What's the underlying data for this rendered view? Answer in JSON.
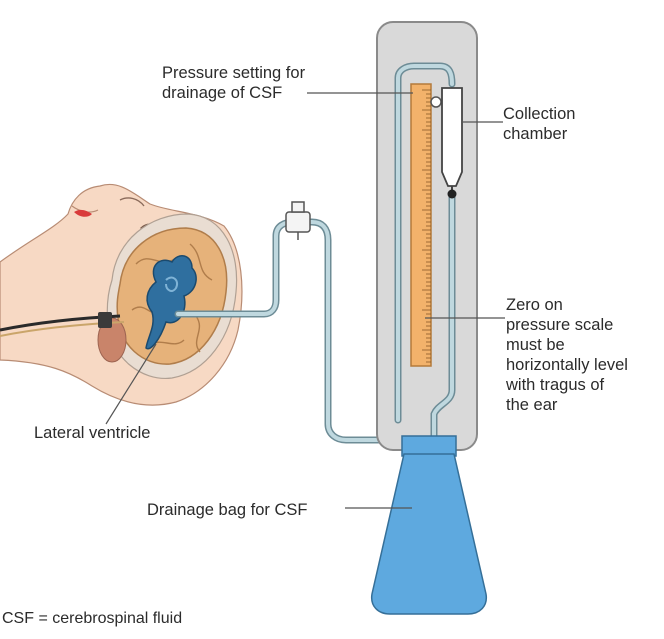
{
  "labels": {
    "pressure_setting_line1": "Pressure setting for",
    "pressure_setting_line2": "drainage of CSF",
    "collection_chamber_line1": "Collection",
    "collection_chamber_line2": "chamber",
    "zero_line1": "Zero on",
    "zero_line2": "pressure scale",
    "zero_line3": "must be",
    "zero_line4": "horizontally level",
    "zero_line5": "with tragus of",
    "zero_line6": "the ear",
    "lateral_ventricle": "Lateral ventricle",
    "drainage_bag": "Drainage bag for CSF",
    "footnote": "CSF = cerebrospinal fluid"
  },
  "colors": {
    "panel": "#d9d9d9",
    "panel_stroke": "#8a8a8a",
    "scale": "#f2b26b",
    "tube": "#a9c6cf",
    "bag": "#5ea9df",
    "ventricle": "#2f6f9f",
    "brain": "#e6b27a",
    "skin": "#f7d9c4"
  }
}
